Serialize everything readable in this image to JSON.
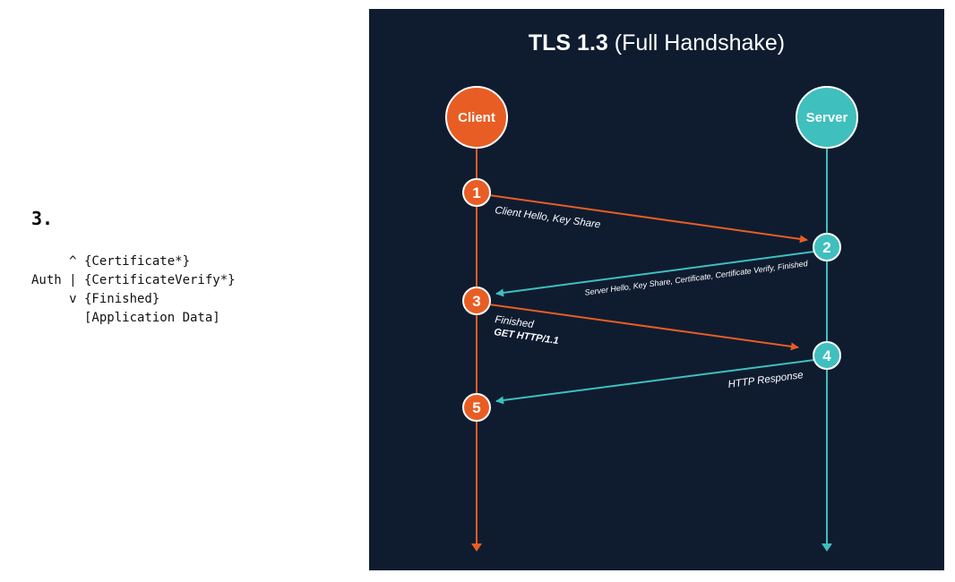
{
  "notes": {
    "step_number": "3.",
    "code_lines": [
      "     ^ {Certificate*}",
      "Auth | {CertificateVerify*}",
      "     v {Finished}",
      "       [Application Data]"
    ]
  },
  "diagram": {
    "title_bold": "TLS 1.3",
    "title_rest": " (Full Handshake)",
    "client_label": "Client",
    "server_label": "Server",
    "steps": [
      "1",
      "2",
      "3",
      "4",
      "5"
    ],
    "messages": {
      "m1": "Client Hello, Key Share",
      "m2": "Server Hello, Key Share, Certificate, Certificate Verify, Finished",
      "m3a": "Finished",
      "m3b": "GET HTTP/1.1",
      "m4": "HTTP Response"
    },
    "colors": {
      "background": "#0f1c30",
      "client": "#e85d24",
      "server": "#3fbfbe"
    }
  }
}
